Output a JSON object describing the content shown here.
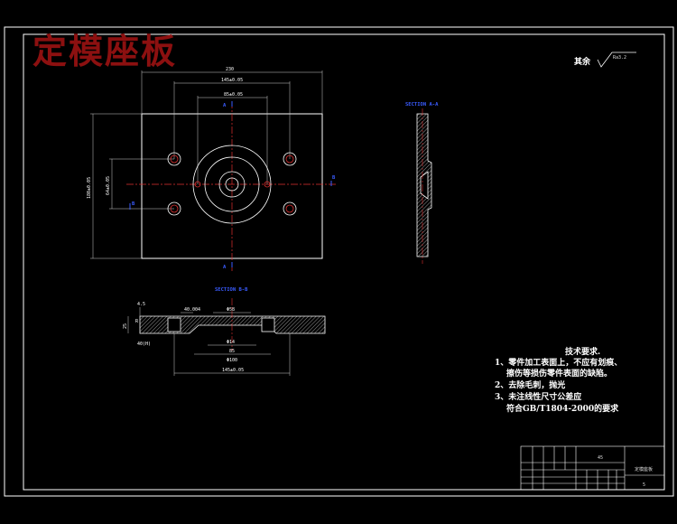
{
  "drawing_title": "定模座板",
  "roughness": {
    "label": "其余",
    "value": "Ra3.2"
  },
  "section_a_label": "SECTION A-A",
  "section_b_label": "SECTION B-B",
  "cut_marks": [
    "A",
    "A",
    "B",
    "B"
  ],
  "top_view_dims": [
    "230",
    "145±0.05",
    "85±0.05",
    "180±0.05",
    "64±0.05"
  ],
  "section_dims": [
    "4.5",
    "R",
    "25",
    "40(H)",
    "Φ58",
    "40.004",
    "Φ14",
    "85",
    "Φ100",
    "145±0.05"
  ],
  "tech_requirements": {
    "heading": "技术要求.",
    "items": [
      "1、零件加工表面上，不应有划痕、",
      "擦伤等损伤零件表面的缺陷。",
      "2、去除毛刺，抛光",
      "3、未注线性尺寸公差应",
      "符合GB/T1804-2000的要求"
    ]
  },
  "title_block": {
    "material": "45",
    "part_name": "定模座板",
    "sheet": "5"
  }
}
